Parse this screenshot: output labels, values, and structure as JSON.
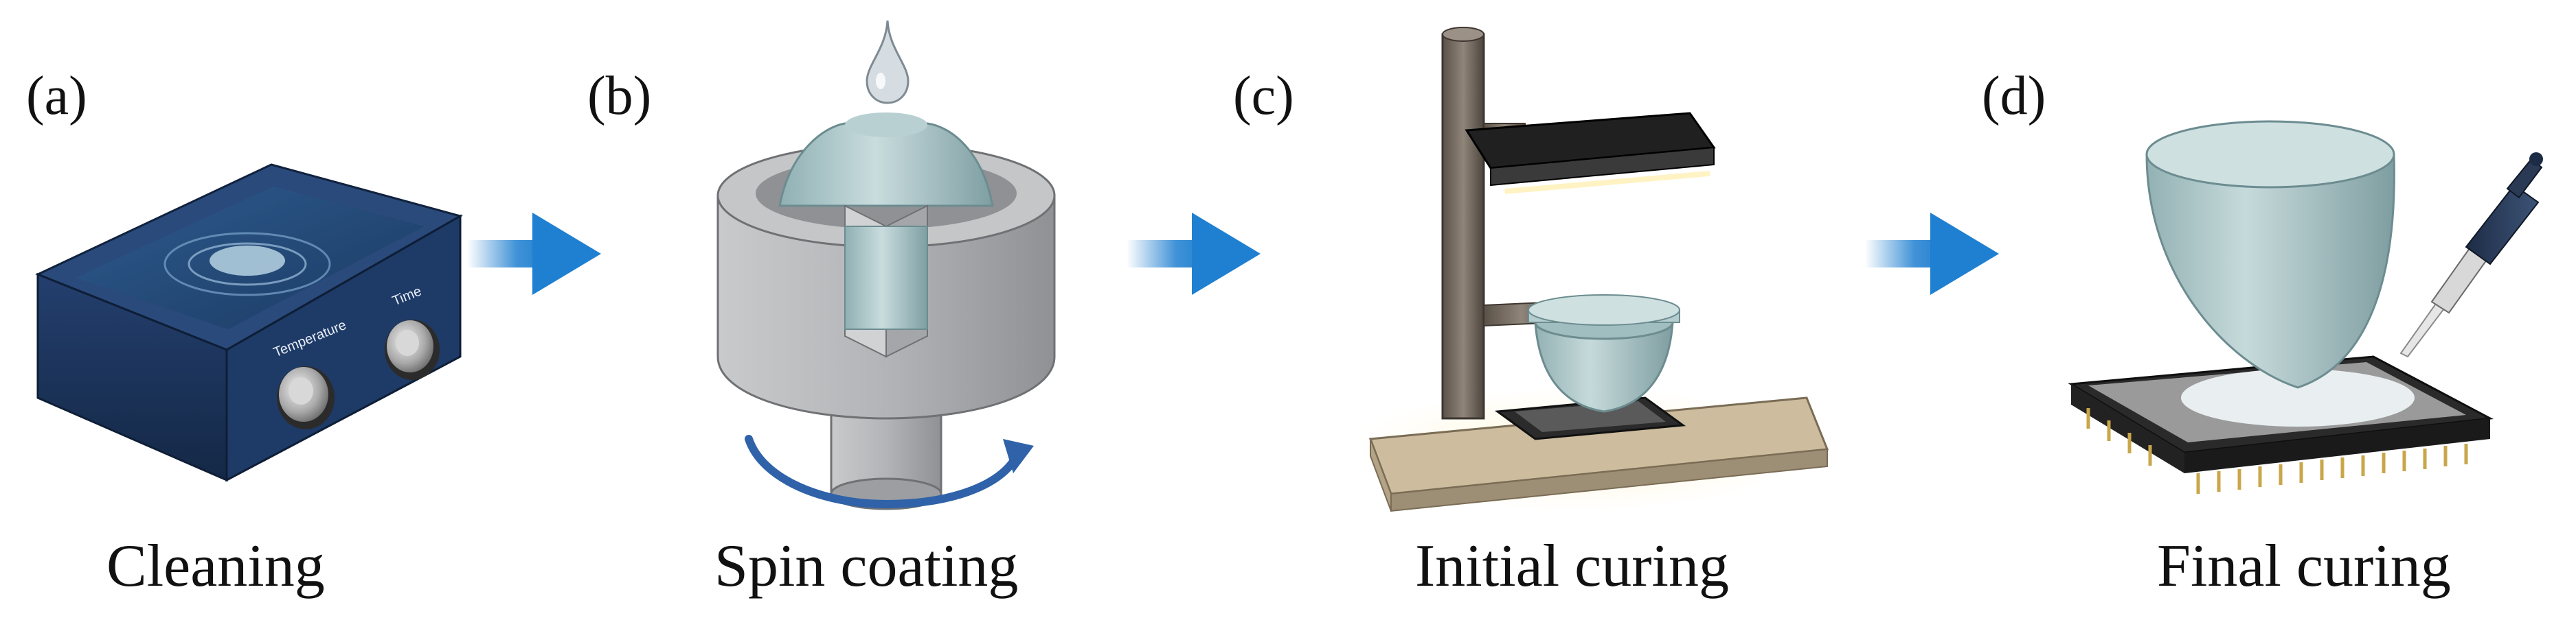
{
  "steps": [
    {
      "letter": "(a)",
      "caption": "Cleaning"
    },
    {
      "letter": "(b)",
      "caption": "Spin coating"
    },
    {
      "letter": "(c)",
      "caption": "Initial curing"
    },
    {
      "letter": "(d)",
      "caption": "Final curing"
    }
  ],
  "bath_dials": {
    "left": "Temperature",
    "right": "Time"
  },
  "icons": {
    "a": "ultrasonic-bath-icon",
    "b": "spin-coater-mold-icon",
    "c": "uv-curing-stand-icon",
    "d": "mold-on-heater-with-pipette-icon",
    "arrow": "process-arrow-icon"
  },
  "colors": {
    "arrow": "#1f7fd0",
    "bath": "#1c3560",
    "resin": "#a9c6c9",
    "mold": "#a7a9ac",
    "rotation_arrow": "#2f62a8",
    "heater": "#2a2a2a",
    "pins": "#c9a64a"
  }
}
